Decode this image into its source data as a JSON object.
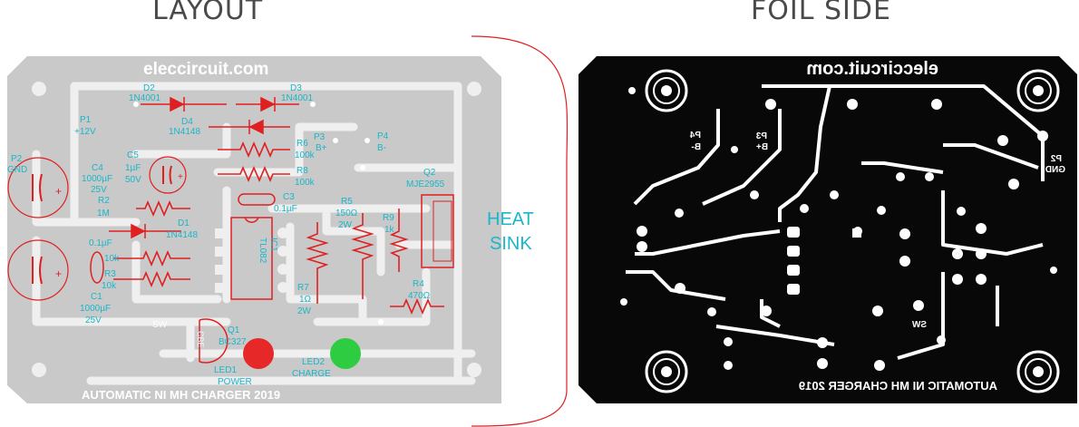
{
  "titles": {
    "layout": "LAYOUT",
    "foil": "FOIL SIDE"
  },
  "layout": {
    "site": "eleccircuit.com",
    "footer": "AUTOMATIC NI MH CHARGER 2019",
    "heatsink": [
      "HEAT",
      "SINK"
    ],
    "labels": {
      "d2": "D2",
      "d2v": "1N4001",
      "d3": "D3",
      "d3v": "1N4001",
      "d4": "D4",
      "d4v": "1N4148",
      "p1": "P1",
      "p1v": "+12V",
      "p2": "P2",
      "p2v": "GND",
      "p3": "P3",
      "p3v": "B+",
      "p4": "P4",
      "p4v": "B-",
      "r6": "R6",
      "r6v": "100k",
      "r8": "R8",
      "r8v": "100k",
      "c5": "C5",
      "c5v1": "1µF",
      "c5v2": "50V",
      "c4": "C4",
      "c4v1": "1000µF",
      "c4v2": "25V",
      "c3": "C3",
      "c3v": "0.1µF",
      "r2": "R2",
      "r2v": "1M",
      "d1": "D1",
      "d1v": "1N4148",
      "c2v": "0.1µF",
      "r1v": "10k",
      "r3": "R3",
      "r3v": "10k",
      "c1": "C1",
      "c1v1": "1000µF",
      "c1v2": "25V",
      "ic1": "IC1",
      "ic1v": "TL082",
      "r5": "R5",
      "r5v1": "150Ω",
      "r5v2": "2W",
      "r9": "R9",
      "r9v": "1k",
      "r7": "R7",
      "r7v1": "1Ω",
      "r7v2": "2W",
      "r4": "R4",
      "r4v": "470Ω",
      "q2": "Q2",
      "q2v": "MJE2955",
      "q1": "Q1",
      "q1v": "BC327",
      "q1pins": "CBE",
      "sw": "SW",
      "led1": "LED1",
      "led1v": "POWER",
      "led2": "LED2",
      "led2v": "CHARGE"
    }
  },
  "foil": {
    "site": "eleccircuit.com",
    "footer": "AUTOMATIC NI MH CHARGER 2019",
    "p4": "P4",
    "p4v": "B-",
    "p3": "P3",
    "p3v": "B+",
    "p2": "P2",
    "p2v": "GND",
    "sw": "SW"
  },
  "colors": {
    "board": "#c9c9c9",
    "trace": "#efefef",
    "label": "#1bb6c9",
    "component": "#e02020",
    "led_red": "#e62828",
    "led_green": "#2ecc40",
    "foil_bg": "#080808",
    "heatsink_outline": "#e02020"
  }
}
